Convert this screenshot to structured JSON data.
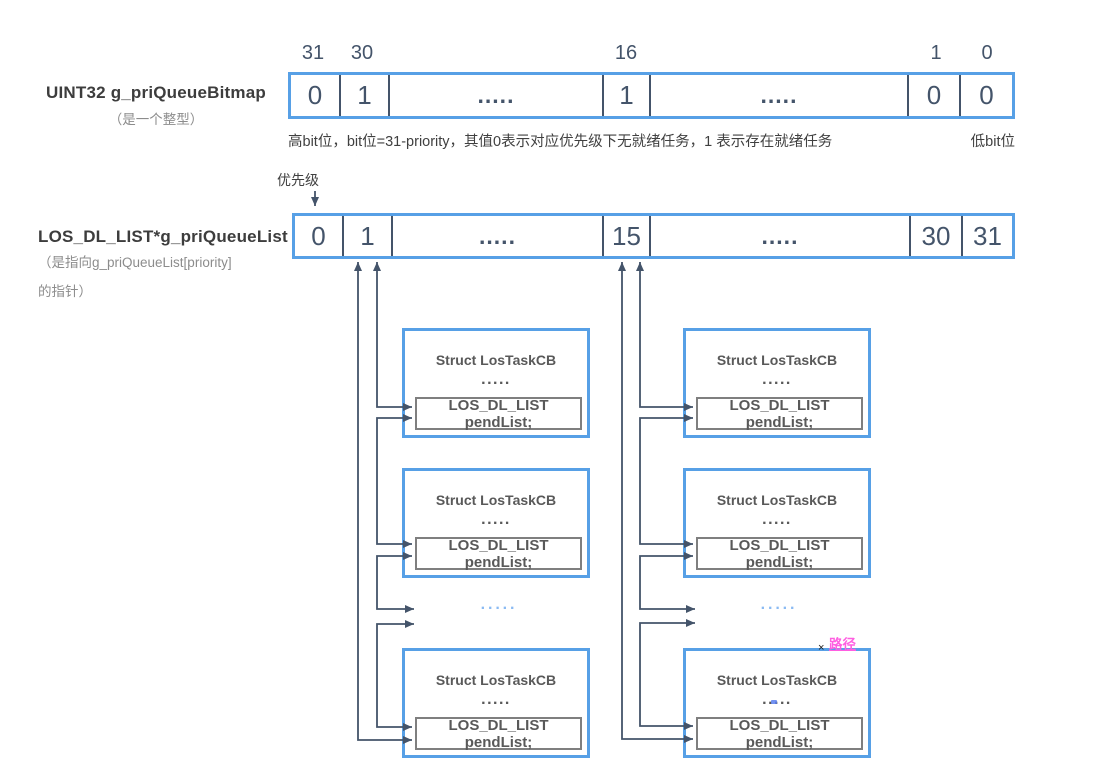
{
  "bitmap": {
    "label": "UINT32 g_priQueueBitmap",
    "sublabel": "（是一个整型）",
    "bit_labels": [
      "31",
      "30",
      "16",
      "1",
      "0"
    ],
    "cells": [
      "0",
      "1",
      ".....",
      "1",
      ".....",
      "0",
      "0"
    ],
    "caption_left": "高bit位，bit位=31-priority，其值0表示对应优先级下无就绪任务，1 表示存在就绪任务",
    "caption_right": "低bit位"
  },
  "queue_list": {
    "label": "LOS_DL_LIST*g_priQueueList",
    "sublabel_line1": "（是指向g_priQueueList[priority]",
    "sublabel_line2": "的指针）",
    "priority_label": "优先级",
    "cells": [
      "0",
      "1",
      ".....",
      "15",
      ".....",
      "30",
      "31"
    ]
  },
  "taskbox": {
    "title": "Struct LosTaskCB",
    "ellipsis": ".....",
    "member": "LOS_DL_LIST pendList;"
  },
  "chain": {
    "ellipsis": "·····"
  },
  "annotation": {
    "label": "路径",
    "marker": "×"
  },
  "colors": {
    "box_border_blue": "#57a0e6",
    "line_slate": "#44546a",
    "struct_text_gray": "#595959",
    "sublabel_gray": "#8c8c8c",
    "chain_dots_blue": "#8abaf3",
    "annotation_pink": "#ff5fe1"
  }
}
